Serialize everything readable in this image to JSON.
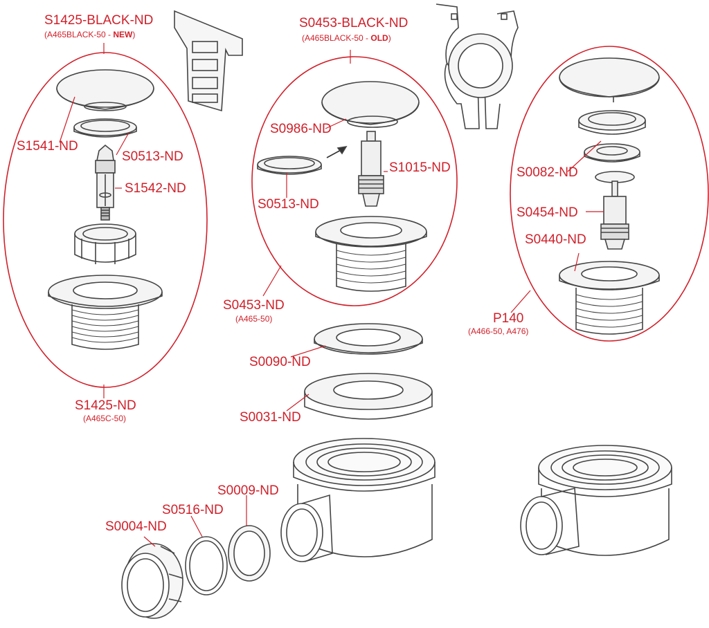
{
  "colors": {
    "label": "#d0202a",
    "outline": "#444444",
    "group-ellipse": "#d0202a"
  },
  "groups": [
    {
      "id": "left",
      "code": "S1425-BLACK-ND",
      "sub_prefix": "(A465BLACK-50 - ",
      "sub_bold": "NEW",
      "sub_suffix": ")",
      "bottom_code": "S1425-ND",
      "bottom_sub": "(A465C-50)"
    },
    {
      "id": "middle",
      "code": "S0453-BLACK-ND",
      "sub_prefix": "(A465BLACK-50 - ",
      "sub_bold": "OLD",
      "sub_suffix": ")",
      "bottom_code": "S0453-ND",
      "bottom_sub": "(A465-50)"
    },
    {
      "id": "right",
      "bottom_code": "P140",
      "bottom_sub": "(A466-50, A476)"
    }
  ],
  "parts": {
    "s1541": "S1541-ND",
    "s0513_left": "S0513-ND",
    "s1542": "S1542-ND",
    "s0986": "S0986-ND",
    "s1015": "S1015-ND",
    "s0513_mid": "S0513-ND",
    "s0082": "S0082-ND",
    "s0454": "S0454-ND",
    "s0440": "S0440-ND",
    "s0090": "S0090-ND",
    "s0031": "S0031-ND",
    "s0009": "S0009-ND",
    "s0516": "S0516-ND",
    "s0004": "S0004-ND"
  }
}
